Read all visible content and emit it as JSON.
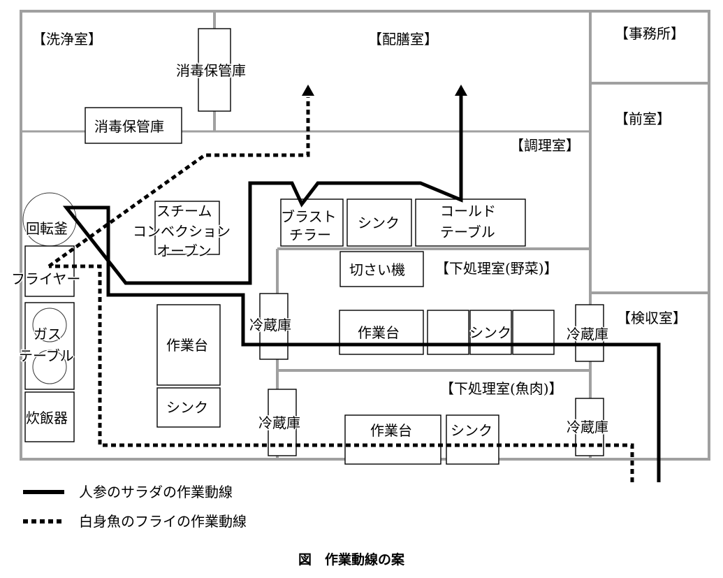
{
  "rooms": {
    "washing": "【洗浄室】",
    "serving": "【配膳室】",
    "office": "【事務所】",
    "anteroom": "【前室】",
    "cooking": "【調理室】",
    "prep_veg": "【下処理室(野菜)】",
    "prep_fish": "【下処理室(魚肉)】",
    "receiving": "【検収室】"
  },
  "equipment": {
    "sterile_storage_1": "消毒保管庫",
    "sterile_storage_2": "消毒保管庫",
    "rotary_kettle": "回転釜",
    "fryer": "フライヤー",
    "gas_table_1": "ガス",
    "gas_table_2": "テーブル",
    "rice_cooker": "炊飯器",
    "steam_conv_1": "スチーム",
    "steam_conv_2": "コンベクション",
    "steam_conv_3": "オーブン",
    "work_table_cook": "作業台",
    "sink_cook": "シンク",
    "blast_chiller_1": "ブラスト",
    "blast_chiller_2": "チラー",
    "sink_top": "シンク",
    "cold_table_1": "コールド",
    "cold_table_2": "テーブル",
    "slicer": "切さい機",
    "fridge_veg_left": "冷蔵庫",
    "work_table_veg": "作業台",
    "sink_veg": "シンク",
    "fridge_veg_right": "冷蔵庫",
    "fridge_fish_left": "冷蔵庫",
    "work_table_fish": "作業台",
    "sink_fish": "シンク",
    "fridge_fish_right": "冷蔵庫"
  },
  "legend": {
    "solid": "人参のサラダの作業動線",
    "dotted": "白身魚のフライの作業動線"
  },
  "caption": "図　作業動線の案",
  "colors": {
    "wall": "#a0a0a0",
    "line": "#000000"
  }
}
